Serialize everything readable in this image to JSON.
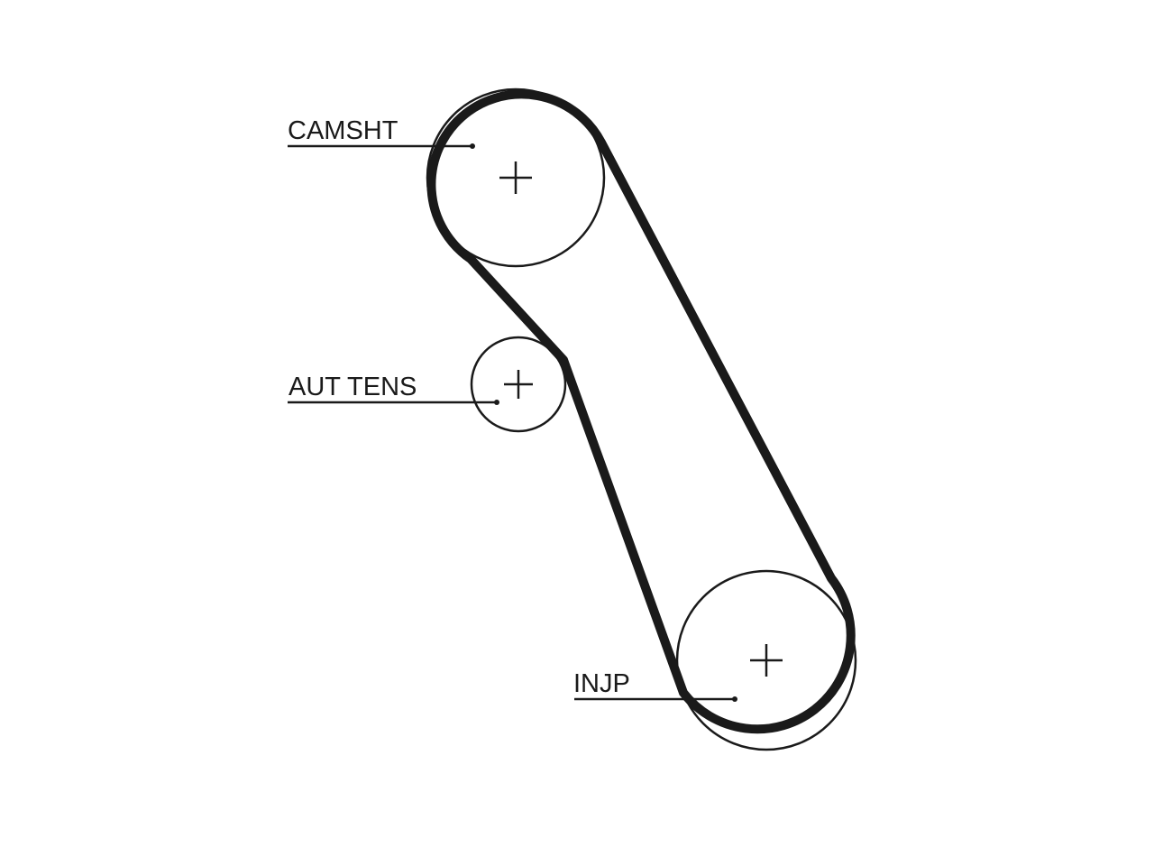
{
  "diagram": {
    "line_color": "#1a1a1a",
    "background_color": "#ffffff",
    "pulleys": [
      {
        "id": "camshaft",
        "label": "CAMSHT"
      },
      {
        "id": "tensioner",
        "label": "AUT TENS"
      },
      {
        "id": "injection-pump",
        "label": "INJP"
      }
    ]
  }
}
